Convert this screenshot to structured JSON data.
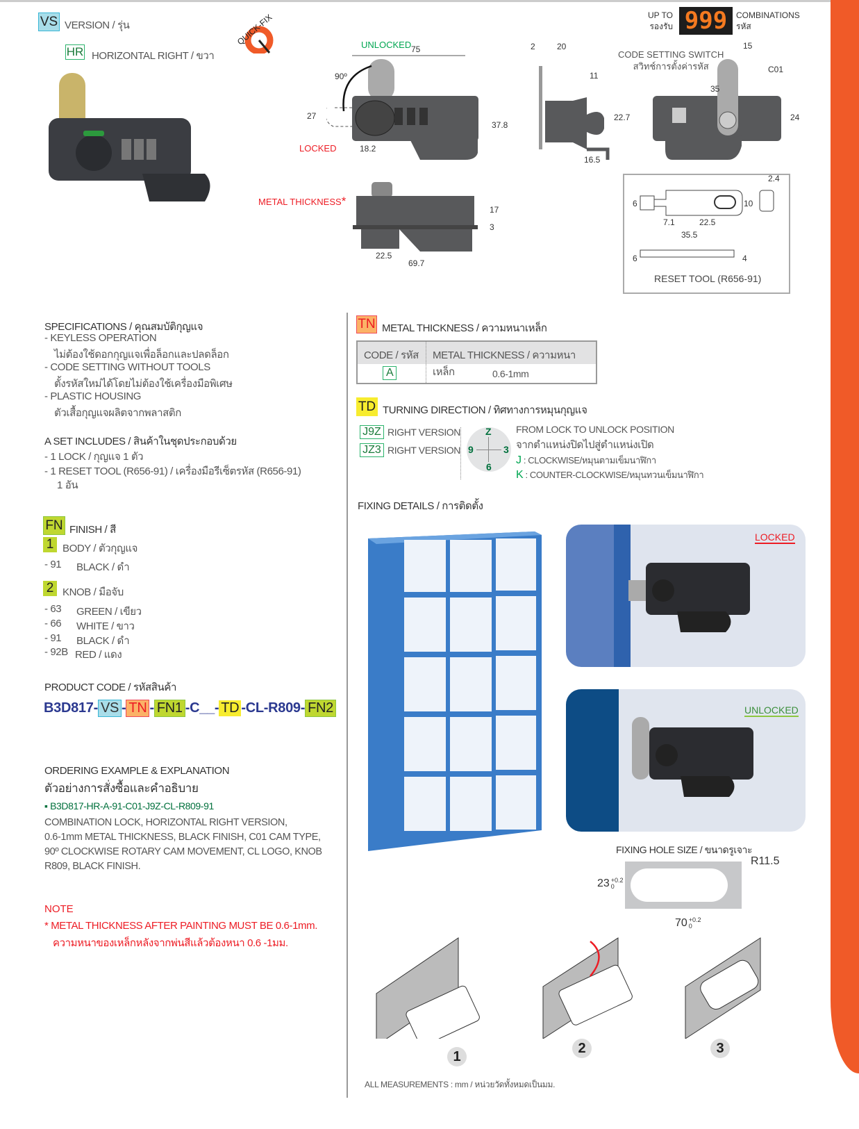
{
  "header": {
    "version_badge": "VS",
    "version_label": "VERSION / รุ่น",
    "hr_badge": "HR",
    "hr_label": "HORIZONTAL RIGHT / ขวา",
    "logo": "QUICK-FIX",
    "up_to": "UP TO",
    "up_to_th": "รองรับ",
    "combinations_number": "999",
    "combinations": "COMBINATIONS",
    "combinations_th": "รหัส"
  },
  "drawings": {
    "front": {
      "unlocked": "UNLOCKED",
      "locked": "LOCKED",
      "angle": "90º",
      "w": "75",
      "h1": "27",
      "h2": "37.8",
      "offset": "18.2"
    },
    "side": {
      "d1": "2",
      "d2": "20",
      "d3": "11",
      "d4": "22.7",
      "d5": "16.5"
    },
    "back": {
      "switch_en": "CODE SETTING SWITCH",
      "switch_th": "สวิทช์การตั้งค่ารหัส",
      "cam_w": "15",
      "cam_h": "35",
      "h": "24",
      "cam": "C01"
    },
    "bottom": {
      "metal": "METAL THICKNESS",
      "star": "*",
      "h1": "17",
      "h2": "3",
      "w1": "22.5",
      "w2": "69.7"
    },
    "reset": {
      "d6": "6",
      "d10": "10",
      "d71": "7.1",
      "d225": "22.5",
      "d355": "35.5",
      "d24": "2.4",
      "d6b": "6",
      "d4": "4",
      "title": "RESET TOOL (R656-91)"
    }
  },
  "specs": {
    "title": "SPECIFICATIONS / คุณสมบัติกุญแจ",
    "items": [
      {
        "en": "- KEYLESS OPERATION",
        "th": "ไม่ต้องใช้ดอกกุญแจเพื่อล็อกและปลดล็อก"
      },
      {
        "en": "- CODE SETTING WITHOUT TOOLS",
        "th": "ตั้งรหัสใหม่ได้โดยไม่ต้องใช้เครื่องมือพิเศษ"
      },
      {
        "en": "- PLASTIC HOUSING",
        "th": "ตัวเสื้อกุญแจผลิตจากพลาสติก"
      }
    ]
  },
  "set": {
    "title": "A  SET INCLUDES / สินค้าในชุดประกอบด้วย",
    "items": [
      "- 1  LOCK / กุญแจ  1  ตัว",
      "- 1  RESET TOOL (R656-91) / เครื่องมือรีเซ็ตรหัส (R656-91)",
      "1  อัน"
    ]
  },
  "finish": {
    "badge": "FN",
    "label": "FINISH / สี",
    "body": {
      "badge": "1",
      "label": "BODY / ตัวกุญแจ",
      "items": [
        {
          "code": "- 91",
          "name": "BLACK / ดำ"
        }
      ]
    },
    "knob": {
      "badge": "2",
      "label": "KNOB / มือจับ",
      "items": [
        {
          "code": "- 63",
          "name": "GREEN / เขียว"
        },
        {
          "code": "- 66",
          "name": "WHITE / ขาว"
        },
        {
          "code": "- 91",
          "name": "BLACK / ดำ"
        },
        {
          "code": "- 92B",
          "name": "RED / แดง"
        }
      ]
    }
  },
  "product_code": {
    "title": "PRODUCT CODE / รหัสสินค้า",
    "parts": [
      "B3D817-",
      "VS",
      "-",
      "TN",
      "-",
      "FN1",
      "-C__-",
      "TD",
      "-CL-R809-",
      "FN2"
    ]
  },
  "ordering": {
    "title": "ORDERING EXAMPLE & EXPLANATION",
    "title_th": "ตัวอย่างการสั่งซื้อและคำอธิบาย",
    "example": "B3D817-HR-A-91-C01-J9Z-CL-R809-91",
    "lines": [
      "COMBINATION LOCK, HORIZONTAL RIGHT VERSION,",
      "0.6-1mm METAL THICKNESS, BLACK FINISH, C01 CAM TYPE,",
      "90º CLOCKWISE ROTARY CAM MOVEMENT, CL LOGO, KNOB",
      "R809, BLACK FINISH."
    ]
  },
  "note": {
    "title": "NOTE",
    "line1": "* METAL THICKNESS AFTER PAINTING MUST BE 0.6-1mm.",
    "line2": "ความหนาของเหล็กหลังจากพ่นสีแล้วต้องหนา 0.6 -1มม."
  },
  "thickness": {
    "badge": "TN",
    "label": "METAL THICKNESS / ความหนาเหล็ก",
    "col1": "CODE / รหัส",
    "col2": "METAL THICKNESS / ความหนาเหล็ก",
    "code": "A",
    "value": "0.6-1mm"
  },
  "turning": {
    "badge": "TD",
    "label": "TURNING DIRECTION / ทิศทางการหมุนกุญแจ",
    "options": [
      {
        "code": "J9Z",
        "label": "RIGHT VERSION"
      },
      {
        "code": "JZ3",
        "label": "RIGHT VERSION"
      }
    ],
    "clock": {
      "top": "Z",
      "left": "9",
      "right": "3",
      "bottom": "6"
    },
    "desc_en": "FROM LOCK TO UNLOCK POSITION",
    "desc_th": "จากตำแหน่งปิดไปสู่ตำแหน่งเปิด",
    "j_key": "J",
    "j_text": ": CLOCKWISE/หมุนตามเข็มนาฬิกา",
    "k_key": "K",
    "k_text": ": COUNTER-CLOCKWISE/หมุนทวนเข็มนาฬิกา"
  },
  "fixing": {
    "title": "FIXING DETAILS / การติดตั้ง",
    "locked": "LOCKED",
    "unlocked": "UNLOCKED",
    "hole_title": "FIXING HOLE SIZE / ขนาดรูเจาะ",
    "h": "23",
    "w": "70",
    "tol_plus": "+0.2",
    "tol_zero": "0",
    "radius": "R11.5",
    "steps": [
      "1",
      "2",
      "3"
    ]
  },
  "footer": "ALL MEASUREMENTS : mm / หน่วยวัดทั้งหมดเป็นมม.",
  "colors": {
    "accent": "#f05a28",
    "code_blue": "#2b3990",
    "green": "#00a651",
    "red": "#ed1c24"
  }
}
